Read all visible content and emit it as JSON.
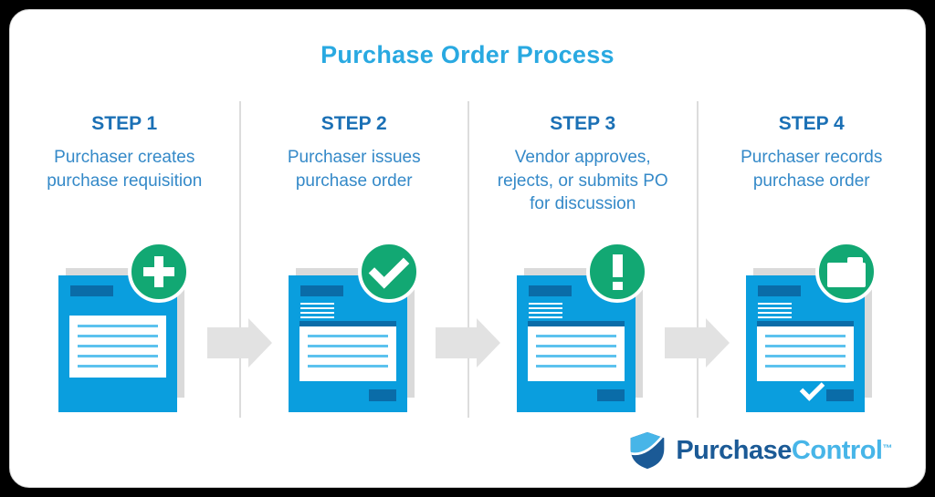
{
  "title": "Purchase Order Process",
  "steps": [
    {
      "label": "STEP 1",
      "description": "Purchaser creates purchase requisition",
      "badge_icon": "plus-icon"
    },
    {
      "label": "STEP 2",
      "description": "Purchaser issues purchase order",
      "badge_icon": "check-icon"
    },
    {
      "label": "STEP 3",
      "description": "Vendor approves, rejects, or submits PO for discussion",
      "badge_icon": "exclamation-icon"
    },
    {
      "label": "STEP 4",
      "description": "Purchaser records purchase order",
      "badge_icon": "folder-icon"
    }
  ],
  "logo": {
    "text_primary": "Purchase",
    "text_secondary": "Control",
    "trademark": "™"
  },
  "colors": {
    "title_blue": "#29A9E1",
    "heading_blue": "#1B70B5",
    "body_blue": "#3489C8",
    "document_blue": "#0A9EDE",
    "document_dark_blue": "#0A6CA8",
    "panel_line_blue": "#5CC2EE",
    "badge_green": "#12A873",
    "arrow_gray": "#E2E2E2",
    "divider_gray": "#DCDCDC",
    "shadow_gray": "#DADADA",
    "logo_dark_blue": "#1B5A96",
    "logo_light_blue": "#47B5E8"
  }
}
